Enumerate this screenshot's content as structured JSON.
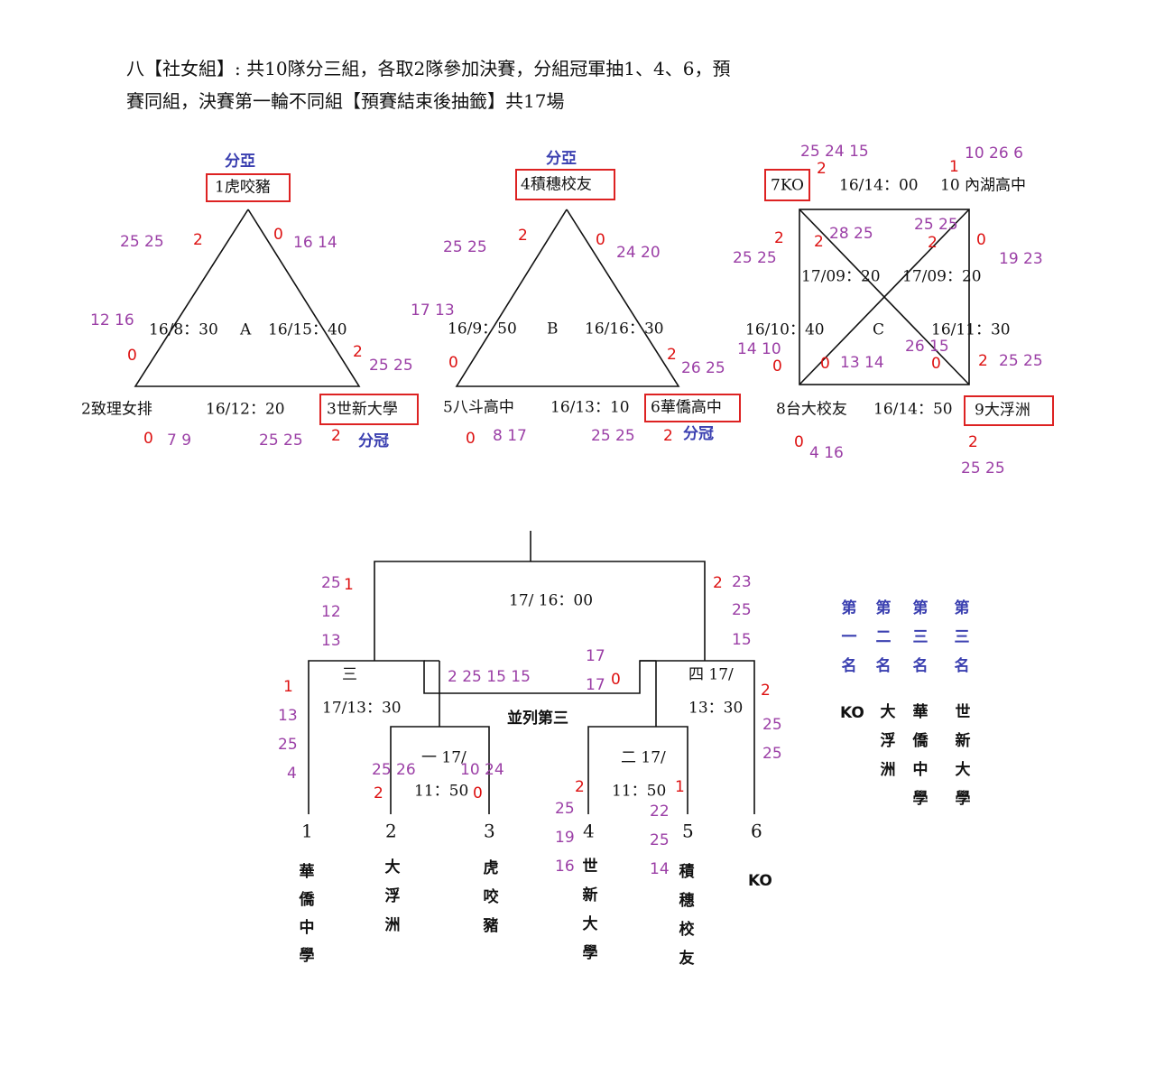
{
  "header": {
    "line1": "八【社女組】: 共10隊分三組，各取2隊參加決賽，分組冠軍抽1、4、6，預",
    "line2": "賽同組，決賽第一輪不同組【預賽結束後抽籤】共17場"
  },
  "colors": {
    "red": "#dd1111",
    "purple": "#9b3fa6",
    "blue": "#3a3fb0",
    "line": "#111111",
    "box": "#dd2222"
  },
  "groupA": {
    "team1": "1虎咬豬",
    "team2": "2致理女排",
    "team3": "3世新大學",
    "center": "A",
    "t_left": "16/8：30",
    "t_right": "16/15：40",
    "t_bottom": "16/12：20",
    "label_runner": "分亞",
    "label_champ": "分冠",
    "s_left_sets": "25 25",
    "s_left_win": "2",
    "s_right_win": "0",
    "s_right_sets": "16 14",
    "s_left2_sets": "12 16",
    "s_left2_win": "0",
    "s_right2_win": "2",
    "s_right2_sets": "25 25",
    "s_bot_l_win": "0",
    "s_bot_l_sets": "7 9",
    "s_bot_r_sets": "25 25",
    "s_bot_r_win": "2"
  },
  "groupB": {
    "team4": "4積穗校友",
    "team5": "5八斗高中",
    "team6": "6華僑高中",
    "center": "B",
    "t_left": "16/9：50",
    "t_right": "16/16：30",
    "t_bottom": "16/13：10",
    "label_runner": "分亞",
    "label_champ": "分冠",
    "s_left_sets": "25 25",
    "s_left_win": "2",
    "s_right_win": "0",
    "s_right_sets": "24 20",
    "s_left2_sets": "17 13",
    "s_left2_win": "0",
    "s_right2_win": "2",
    "s_right2_sets": "26 25",
    "s_bot_l_win": "0",
    "s_bot_l_sets": "8 17",
    "s_bot_r_sets": "25 25",
    "s_bot_r_win": "2"
  },
  "groupC": {
    "team7": "7KO",
    "team8": "8台大校友",
    "team9": "9大浮洲",
    "team10": "10 內湖高中",
    "center": "C",
    "t_top": "16/14：00",
    "t_bottom": "16/14：50",
    "t_left": "16/10：40",
    "t_right": "16/11：30",
    "t_diag_l": "17/09：20",
    "t_diag_r": "17/09：20",
    "s_top_l_sets": "25 24 15",
    "s_top_l_win": "2",
    "s_top_r_win": "1",
    "s_top_r_sets": "10 26 6",
    "s_ul_win": "2",
    "s_ul_sets": "25 25",
    "s_ul_diag_win": "2",
    "s_ul_diag_sets": "28 25",
    "s_ur_diag_sets": "25 25",
    "s_ur_diag_win": "2",
    "s_ur_win": "0",
    "s_ur_sets": "19 23",
    "s_ll_sets": "14 10",
    "s_ll_win": "0",
    "s_ll_diag_win": "0",
    "s_ll_diag_sets": "13 14",
    "s_lr_diag_sets": "26 15",
    "s_lr_diag_win": "0",
    "s_lr_win": "2",
    "s_lr_sets": "25 25",
    "s_bot_l_win": "0",
    "s_bot_l_sets": "4 16",
    "s_bot_r_win": "2",
    "s_bot_r_sets": "25 25"
  },
  "bracket": {
    "final_time": "17/ 16：00",
    "semi_left_label": "三",
    "semi_left_time": "17/13：30",
    "semi_right_label": "四 17/",
    "semi_right_time": "13：30",
    "q1_label": "一 17/",
    "q1_time": "11：50",
    "q2_label": "二 17/",
    "q2_time": "11：50",
    "third_place": "並列第三",
    "slots": [
      "1",
      "2",
      "3",
      "4",
      "5",
      "6"
    ],
    "slot_names": [
      "華僑中學",
      "大浮洲",
      "虎咬豬",
      "世新大學",
      "積穗校友",
      "KO"
    ],
    "f_left_sets": [
      "25",
      "12",
      "13"
    ],
    "f_left_win": "1",
    "f_right_win": "2",
    "f_right_sets": [
      "23",
      "25",
      "15"
    ],
    "mid_left": "2 25 15 15",
    "mid_right_sets": [
      "17",
      "17"
    ],
    "mid_right_win": "0",
    "sl_left_win": "1",
    "sl_left_sets": [
      "13",
      "25",
      "4"
    ],
    "sr_right_win": "2",
    "sr_right_sets": [
      "25",
      "25"
    ],
    "q1_left_sets": "25 26",
    "q1_left_win": "2",
    "q1_right_sets": "10 24",
    "q1_right_win": "0",
    "q2_left_win": "2",
    "q2_left_sets": [
      "25",
      "19",
      "16"
    ],
    "q2_right_win": "1",
    "q2_right_sets": [
      "22",
      "25",
      "14"
    ]
  },
  "ranking": {
    "headers": [
      "第一名",
      "第二名",
      "第三名",
      "第三名"
    ],
    "teams": [
      "KO",
      "大浮洲",
      "華僑中學",
      "世新大學"
    ]
  }
}
